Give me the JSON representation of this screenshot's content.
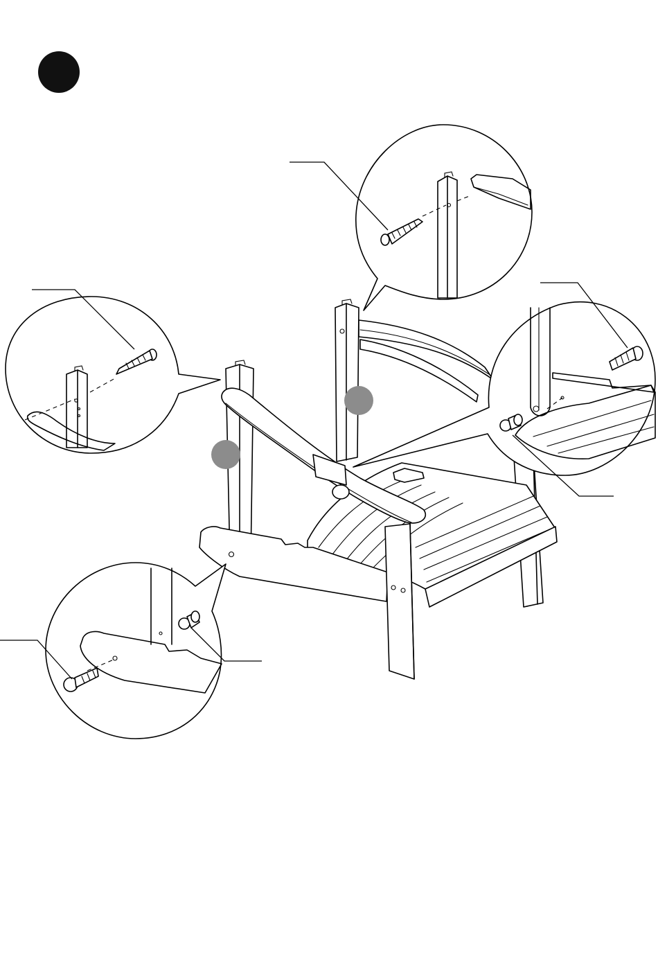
{
  "diagram": {
    "type": "assembly-instruction",
    "subject": "adirondack-chair",
    "step_marker": {
      "color": "#111111",
      "label": ""
    },
    "callout_markers": [
      {
        "id": "a",
        "color": "#8c8c8c",
        "label": ""
      },
      {
        "id": "b",
        "color": "#8c8c8c",
        "label": ""
      }
    ],
    "detail_views": [
      {
        "id": "top-center",
        "part": "wood-screw",
        "icon": "screw-icon"
      },
      {
        "id": "left",
        "part": "wood-screw",
        "icon": "screw-icon"
      },
      {
        "id": "right",
        "parts": [
          "bolt",
          "barrel-nut"
        ],
        "icons": [
          "bolt-icon",
          "barrel-nut-icon"
        ]
      },
      {
        "id": "bottom-left",
        "parts": [
          "bolt",
          "barrel-nut"
        ],
        "icons": [
          "bolt-icon",
          "barrel-nut-icon"
        ]
      }
    ],
    "colors": {
      "line": "#000000",
      "background": "#ffffff",
      "marker_gray": "#8c8c8c",
      "step_black": "#111111"
    }
  }
}
